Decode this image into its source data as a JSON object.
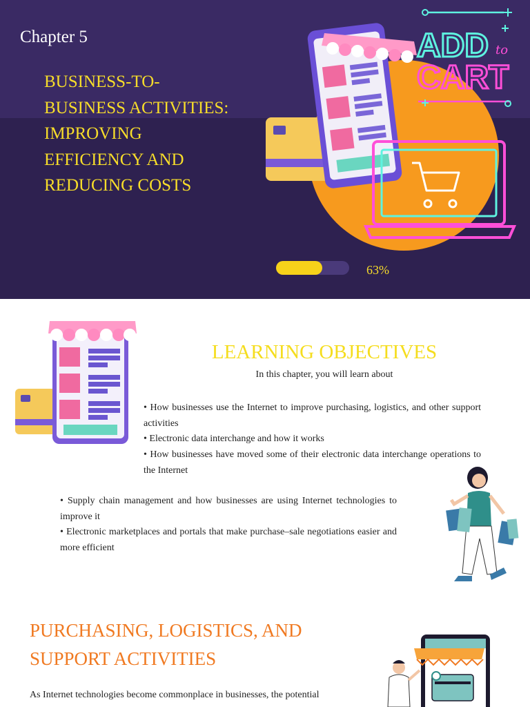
{
  "hero": {
    "chapter": "Chapter 5",
    "title_lines": [
      "BUSINESS-TO-",
      "BUSINESS ACTIVITIES:",
      "IMPROVING",
      "EFFICIENCY AND",
      "REDUCING COSTS"
    ],
    "progress_percent": 63,
    "progress_label": "63%",
    "neon_sign": {
      "line1": "ADD",
      "to": "to",
      "line2": "CART"
    }
  },
  "learning": {
    "title": "LEARNING OBJECTIVES",
    "subtitle": "In this chapter, you will learn about",
    "bullets_a": [
      "• How businesses use the Internet to improve purchasing, logistics, and other support activities",
      "• Electronic data interchange and how it works",
      "• How businesses have moved some of their electronic data interchange operations to the Internet"
    ],
    "bullets_b": [
      "• Supply chain management and how businesses are using Internet technologies to improve it",
      "• Electronic marketplaces and portals that make purchase–sale negotiations easier and more efficient"
    ]
  },
  "section3": {
    "title_lines": [
      "PURCHASING, LOGISTICS, AND",
      "SUPPORT ACTIVITIES"
    ],
    "body": "As Internet technologies become commonplace in businesses, the potential"
  },
  "colors": {
    "hero_bg": "#2e2150",
    "accent_yellow": "#f7dd2a",
    "section_orange": "#f07a22",
    "neon_pink": "#ff4fd8",
    "neon_cyan": "#5ef3e0"
  }
}
